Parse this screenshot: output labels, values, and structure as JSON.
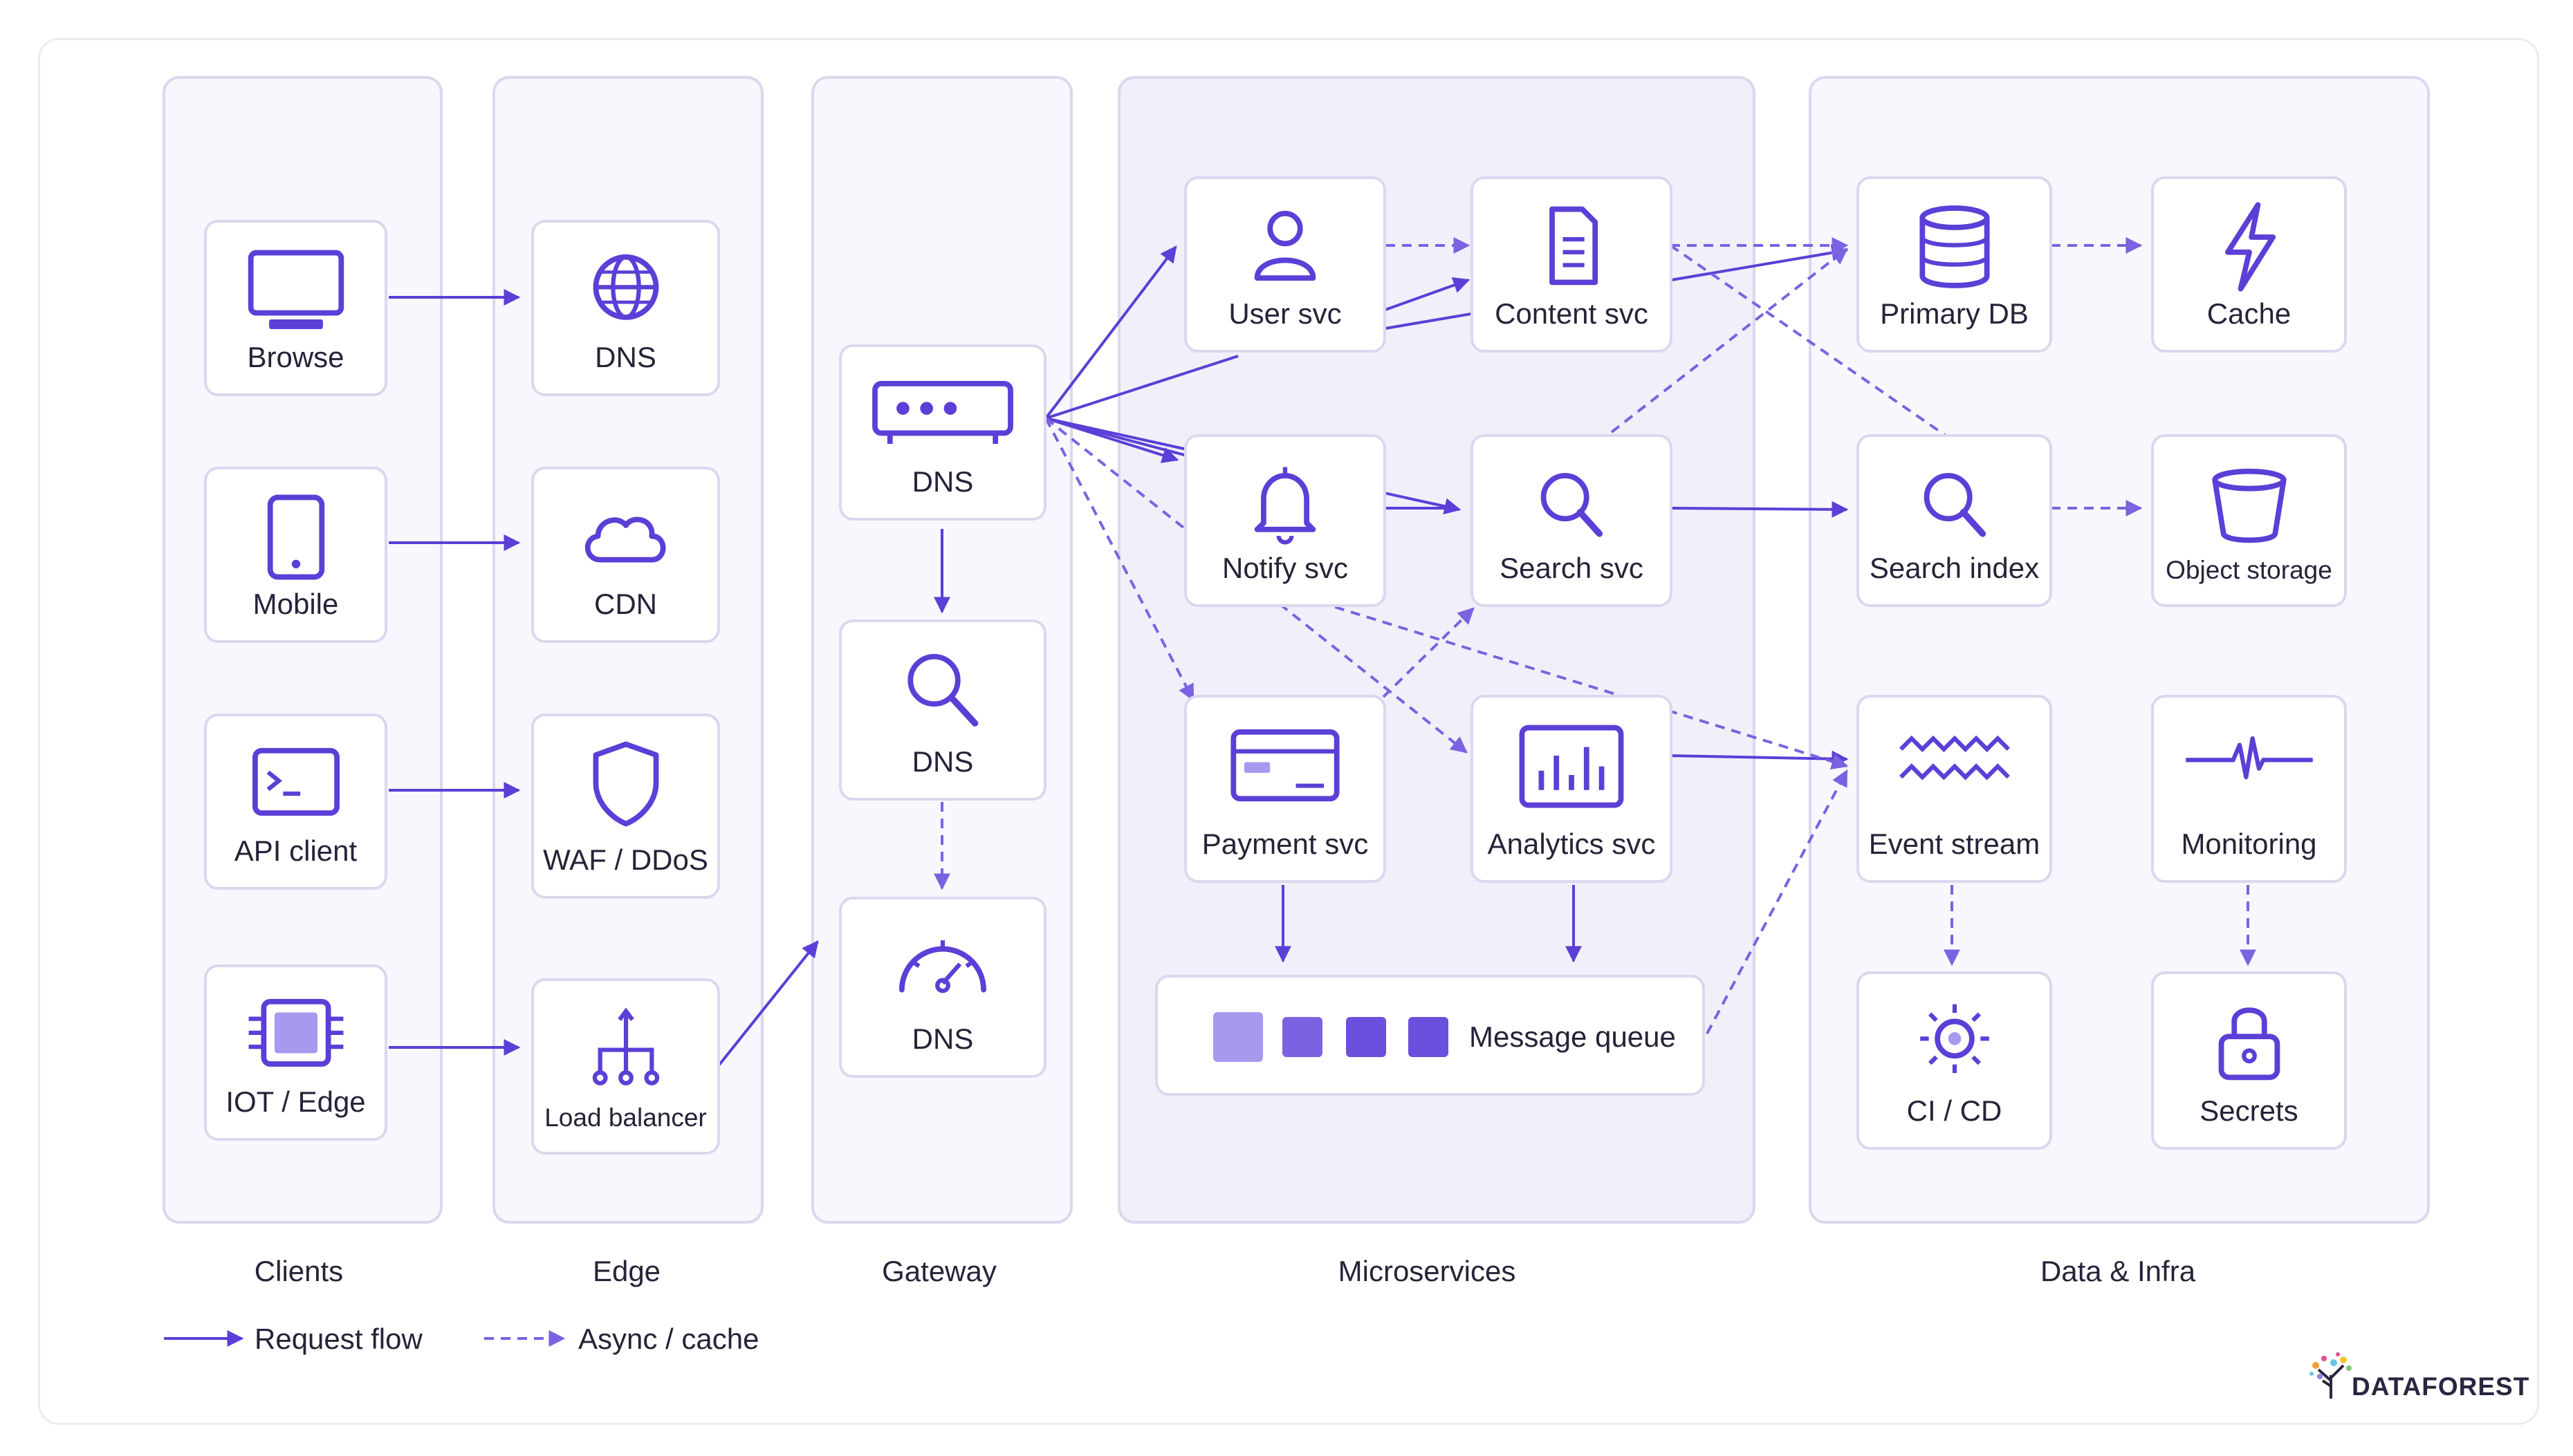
{
  "groups": {
    "clients": "Clients",
    "edge": "Edge",
    "gateway": "Gateway",
    "microservices": "Microservices",
    "data_infra": "Data & Infra"
  },
  "nodes": {
    "browse": "Browse",
    "mobile": "Mobile",
    "api_client": "API client",
    "iot_edge": "IOT / Edge",
    "dns": "DNS",
    "cdn": "CDN",
    "waf": "WAF / DDoS",
    "load_balancer": "Load balancer",
    "gw_dns_1": "DNS",
    "gw_dns_2": "DNS",
    "gw_dns_3": "DNS",
    "user_svc": "User svc",
    "content_svc": "Content svc",
    "notify_svc": "Notify svc",
    "search_svc": "Search svc",
    "payment_svc": "Payment svc",
    "analytics_svc": "Analytics svc",
    "message_queue": "Message queue",
    "primary_db": "Primary DB",
    "cache": "Cache",
    "search_index": "Search index",
    "object_storage": "Object storage",
    "event_stream": "Event stream",
    "monitoring": "Monitoring",
    "ci_cd": "CI / CD",
    "secrets": "Secrets"
  },
  "legend": {
    "request_flow": "Request flow",
    "async_cache": "Async / cache"
  },
  "brand": {
    "name": "DATAFOREST"
  },
  "colors": {
    "accent": "#5b3fd6",
    "accent_light": "#7a62e0",
    "group_border": "#dcd7ee",
    "group_fill": "#f8f7fd",
    "text": "#262338"
  }
}
